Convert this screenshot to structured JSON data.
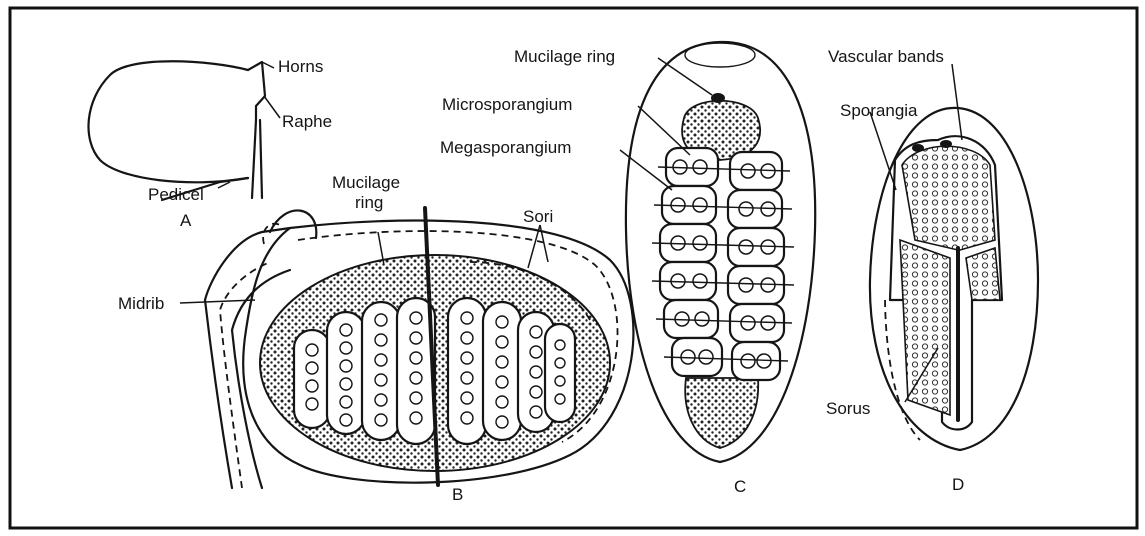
{
  "labels": {
    "horns": "Horns",
    "raphe": "Raphe",
    "pedicel": "Pedicel",
    "mucilage_ring_b_line1": "Mucilage",
    "mucilage_ring_b_line2": "ring",
    "sori": "Sori",
    "midrib": "Midrib",
    "mucilage_ring_c": "Mucilage ring",
    "microsporangium": "Microsporangium",
    "megasporangium": "Megasporangium",
    "vascular_bands": "Vascular bands",
    "sporangia": "Sporangia",
    "sorus": "Sorus"
  },
  "panel_letters": {
    "a": "A",
    "b": "B",
    "c": "C",
    "d": "D"
  }
}
